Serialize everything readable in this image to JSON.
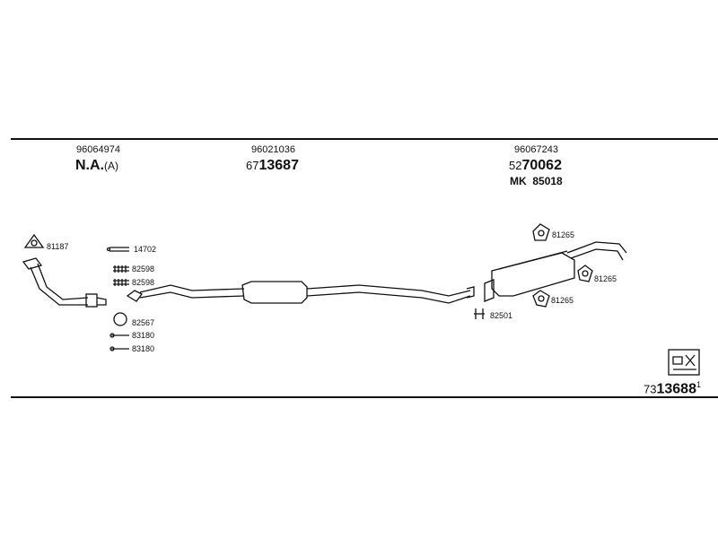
{
  "header_parts": {
    "left": {
      "number": "96064974",
      "label_main": "N.A.",
      "label_suffix": "(A)"
    },
    "middle": {
      "number": "96021036",
      "code_prefix": "67",
      "code_main": "13687"
    },
    "right": {
      "number": "96067243",
      "code_prefix": "52",
      "code_main": "70062",
      "kit_label": "MK",
      "kit_number": "85018"
    }
  },
  "callouts": [
    {
      "id": "c81187",
      "text": "81187"
    },
    {
      "id": "c14702",
      "text": "14702"
    },
    {
      "id": "c82598a",
      "text": "82598"
    },
    {
      "id": "c82598b",
      "text": "82598"
    },
    {
      "id": "c82567",
      "text": "82567"
    },
    {
      "id": "c83180a",
      "text": "83180"
    },
    {
      "id": "c83180b",
      "text": "83180"
    },
    {
      "id": "c81265a",
      "text": "81265"
    },
    {
      "id": "c81265b",
      "text": "81265"
    },
    {
      "id": "c81265c",
      "text": "81265"
    },
    {
      "id": "c82501",
      "text": "82501"
    }
  ],
  "footer": {
    "code_prefix": "73",
    "code_main": "13688",
    "code_suffix": "1",
    "icon": "assembly-instructions-icon"
  }
}
